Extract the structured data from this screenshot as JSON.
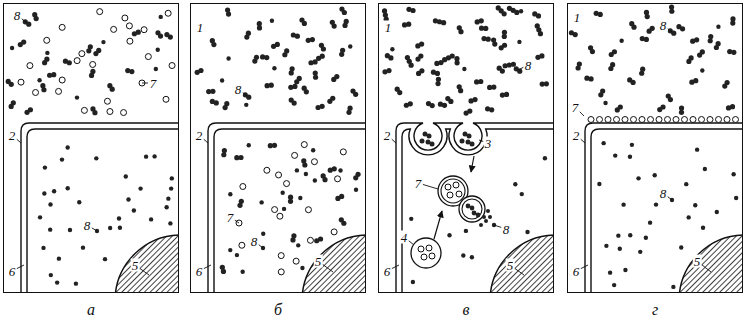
{
  "diagram": {
    "nodes": [
      {
        "text": [
          "а"
        ]
      },
      {
        "text": [
          "б"
        ]
      },
      {
        "text": [
          "в"
        ]
      },
      {
        "text": [
          "г"
        ]
      }
    ],
    "labels": [
      "8",
      "7",
      "2",
      "8",
      "5",
      "6",
      "1",
      "8",
      "2",
      "7",
      "8",
      "5",
      "6",
      "1",
      "8",
      "2",
      "3",
      "7",
      "4",
      "8",
      "6",
      "5",
      "1",
      "8",
      "7",
      "2",
      "8",
      "5",
      "6"
    ]
  }
}
